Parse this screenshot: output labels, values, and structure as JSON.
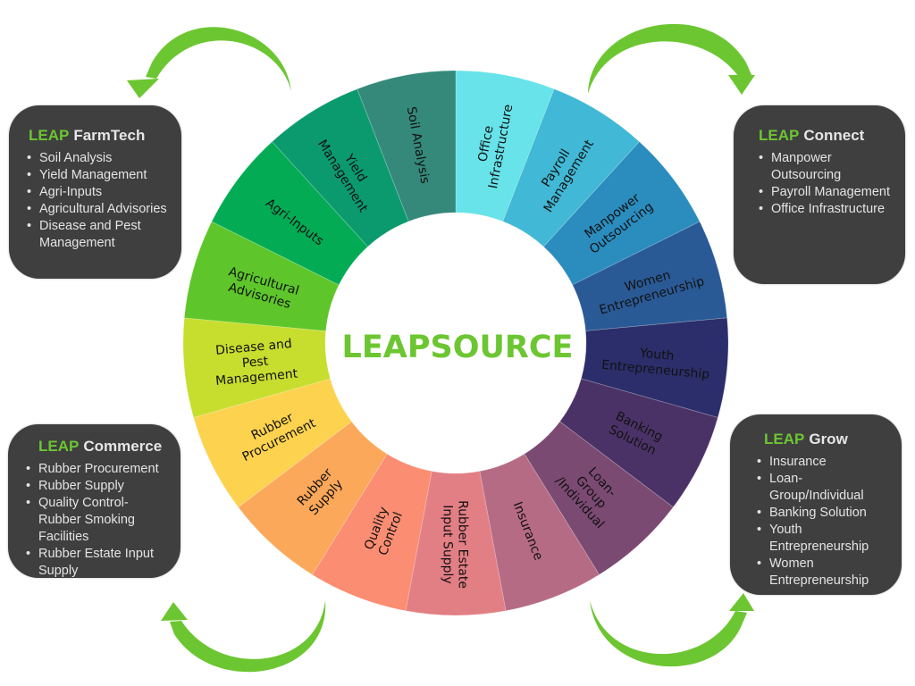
{
  "center_title": "LEAPSOURCE",
  "colors": {
    "brand_green": "#6cc631",
    "card_bg": "#3f3f3f",
    "card_text": "#e4e4e4"
  },
  "segments": [
    {
      "lines": [
        "Office",
        "Infrastructure"
      ],
      "color": "#67e3e9"
    },
    {
      "lines": [
        "Payroll",
        "Management"
      ],
      "color": "#41b8d5"
    },
    {
      "lines": [
        "Manpower",
        "Outsourcing"
      ],
      "color": "#2b8cbe"
    },
    {
      "lines": [
        "Women",
        "Entrepreneurship"
      ],
      "color": "#2a5a96"
    },
    {
      "lines": [
        "Youth",
        "Entrepreneurship"
      ],
      "color": "#2b2e6a"
    },
    {
      "lines": [
        "Banking",
        "Solution"
      ],
      "color": "#4b3266"
    },
    {
      "lines": [
        "Loan-",
        "Group",
        "/Individual"
      ],
      "color": "#7b4a72"
    },
    {
      "lines": [
        "Insurance"
      ],
      "color": "#b66b85"
    },
    {
      "lines": [
        "Rubber Estate",
        "Input Supply"
      ],
      "color": "#e27f85"
    },
    {
      "lines": [
        "Quality",
        "Control"
      ],
      "color": "#fb8d72"
    },
    {
      "lines": [
        "Rubber",
        "Supply"
      ],
      "color": "#fba85a"
    },
    {
      "lines": [
        "Rubber",
        "Procurement"
      ],
      "color": "#fcd24f"
    },
    {
      "lines": [
        "Disease and",
        "Pest",
        "Management"
      ],
      "color": "#c7de2e"
    },
    {
      "lines": [
        "Agricultural",
        "Advisories"
      ],
      "color": "#5ec62a"
    },
    {
      "lines": [
        "Agri-Inputs"
      ],
      "color": "#03ab55"
    },
    {
      "lines": [
        "Yield",
        "Management"
      ],
      "color": "#0b9a6e"
    },
    {
      "lines": [
        "Soil Analysis"
      ],
      "color": "#35897a"
    }
  ],
  "cards": {
    "farmtech": {
      "leap": "LEAP",
      "name": "FarmTech",
      "items": [
        "Soil Analysis",
        "Yield Management",
        "Agri-Inputs",
        "Agricultural Advisories",
        "Disease and Pest Management"
      ]
    },
    "connect": {
      "leap": "LEAP",
      "name": "Connect",
      "items": [
        "Manpower Outsourcing",
        "Payroll Management",
        "Office Infrastructure"
      ]
    },
    "commerce": {
      "leap": "LEAP",
      "name": "Commerce",
      "items": [
        "Rubber Procurement",
        "Rubber Supply",
        "Quality Control- Rubber Smoking Facilities",
        "Rubber Estate Input Supply"
      ]
    },
    "grow": {
      "leap": "LEAP",
      "name": "Grow",
      "items": [
        "Insurance",
        "Loan- Group/Individual",
        "Banking Solution",
        "Youth Entrepreneurship",
        "Women Entrepreneurship"
      ]
    }
  }
}
